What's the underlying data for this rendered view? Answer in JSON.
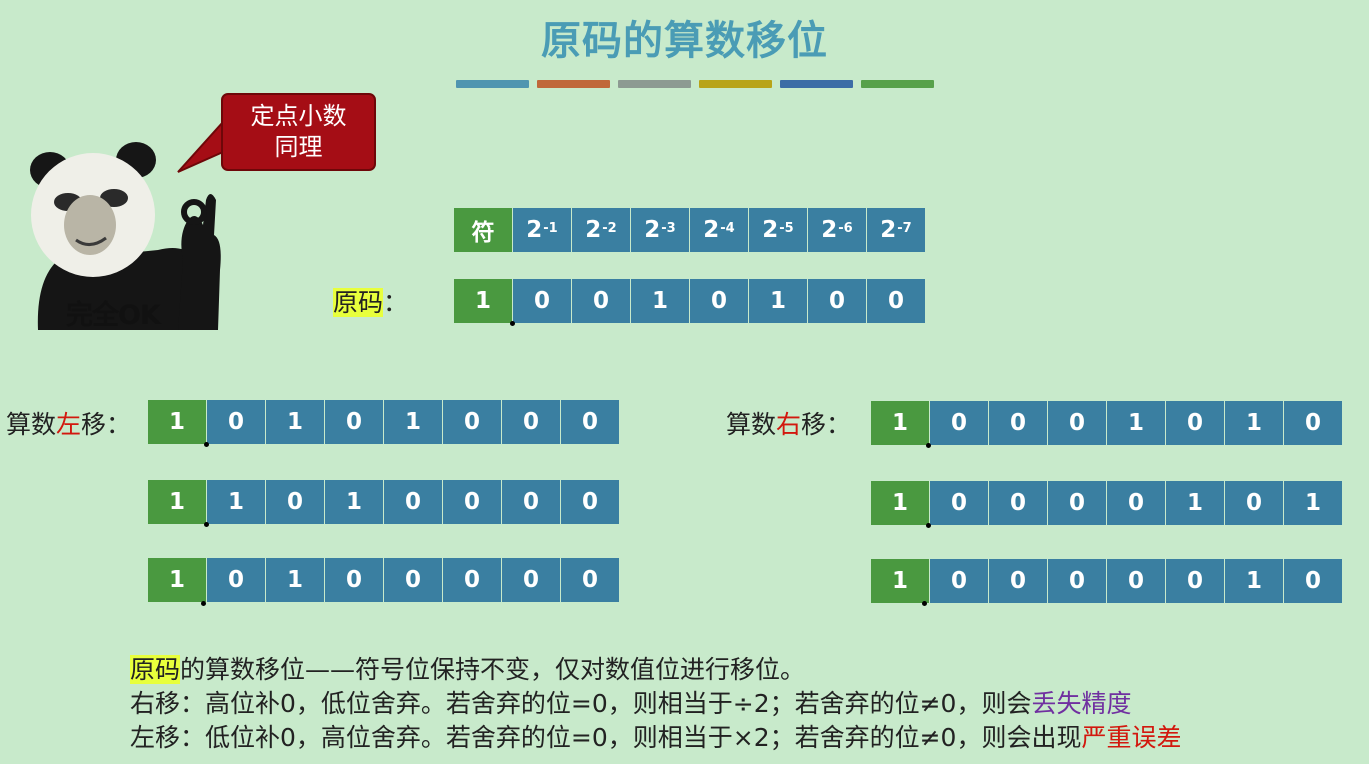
{
  "title": "原码的算数移位",
  "color_bars": [
    "#4f95b0",
    "#c0683a",
    "#8d9a92",
    "#b8a419",
    "#3c6da6",
    "#57a14a"
  ],
  "bubble": {
    "line1": "定点小数",
    "line2": "同理"
  },
  "meme_caption": "完全OK",
  "header_row": {
    "sign": "符",
    "weights": [
      {
        "base": "2",
        "exp": "-1"
      },
      {
        "base": "2",
        "exp": "-2"
      },
      {
        "base": "2",
        "exp": "-3"
      },
      {
        "base": "2",
        "exp": "-4"
      },
      {
        "base": "2",
        "exp": "-5"
      },
      {
        "base": "2",
        "exp": "-6"
      },
      {
        "base": "2",
        "exp": "-7"
      }
    ]
  },
  "original": {
    "label": "原码",
    "colon": "：",
    "bits": [
      "1",
      "0",
      "0",
      "1",
      "0",
      "1",
      "0",
      "0"
    ]
  },
  "left_shift": {
    "label_pre": "算数",
    "label_mid": "左",
    "label_post": "移：",
    "rows": [
      [
        "1",
        "0",
        "1",
        "0",
        "1",
        "0",
        "0",
        "0"
      ],
      [
        "1",
        "1",
        "0",
        "1",
        "0",
        "0",
        "0",
        "0"
      ],
      [
        "1",
        "0",
        "1",
        "0",
        "0",
        "0",
        "0",
        "0"
      ]
    ]
  },
  "right_shift": {
    "label_pre": "算数",
    "label_mid": "右",
    "label_post": "移：",
    "rows": [
      [
        "1",
        "0",
        "0",
        "0",
        "1",
        "0",
        "1",
        "0"
      ],
      [
        "1",
        "0",
        "0",
        "0",
        "0",
        "1",
        "0",
        "1"
      ],
      [
        "1",
        "0",
        "0",
        "0",
        "0",
        "0",
        "1",
        "0"
      ]
    ]
  },
  "notes": {
    "line1_hl": "原码",
    "line1_rest": "的算数移位——符号位保持不变，仅对数值位进行移位。",
    "line2_main": "右移：高位补0，低位舍弃。若舍弃的位=0，则相当于÷2；若舍弃的位≠0，则会",
    "line2_emph": "丢失精度",
    "line3_main": "左移：低位补0，高位舍弃。若舍弃的位=0，则相当于×2；若舍弃的位≠0，则会出现",
    "line3_emph": "严重误差"
  }
}
